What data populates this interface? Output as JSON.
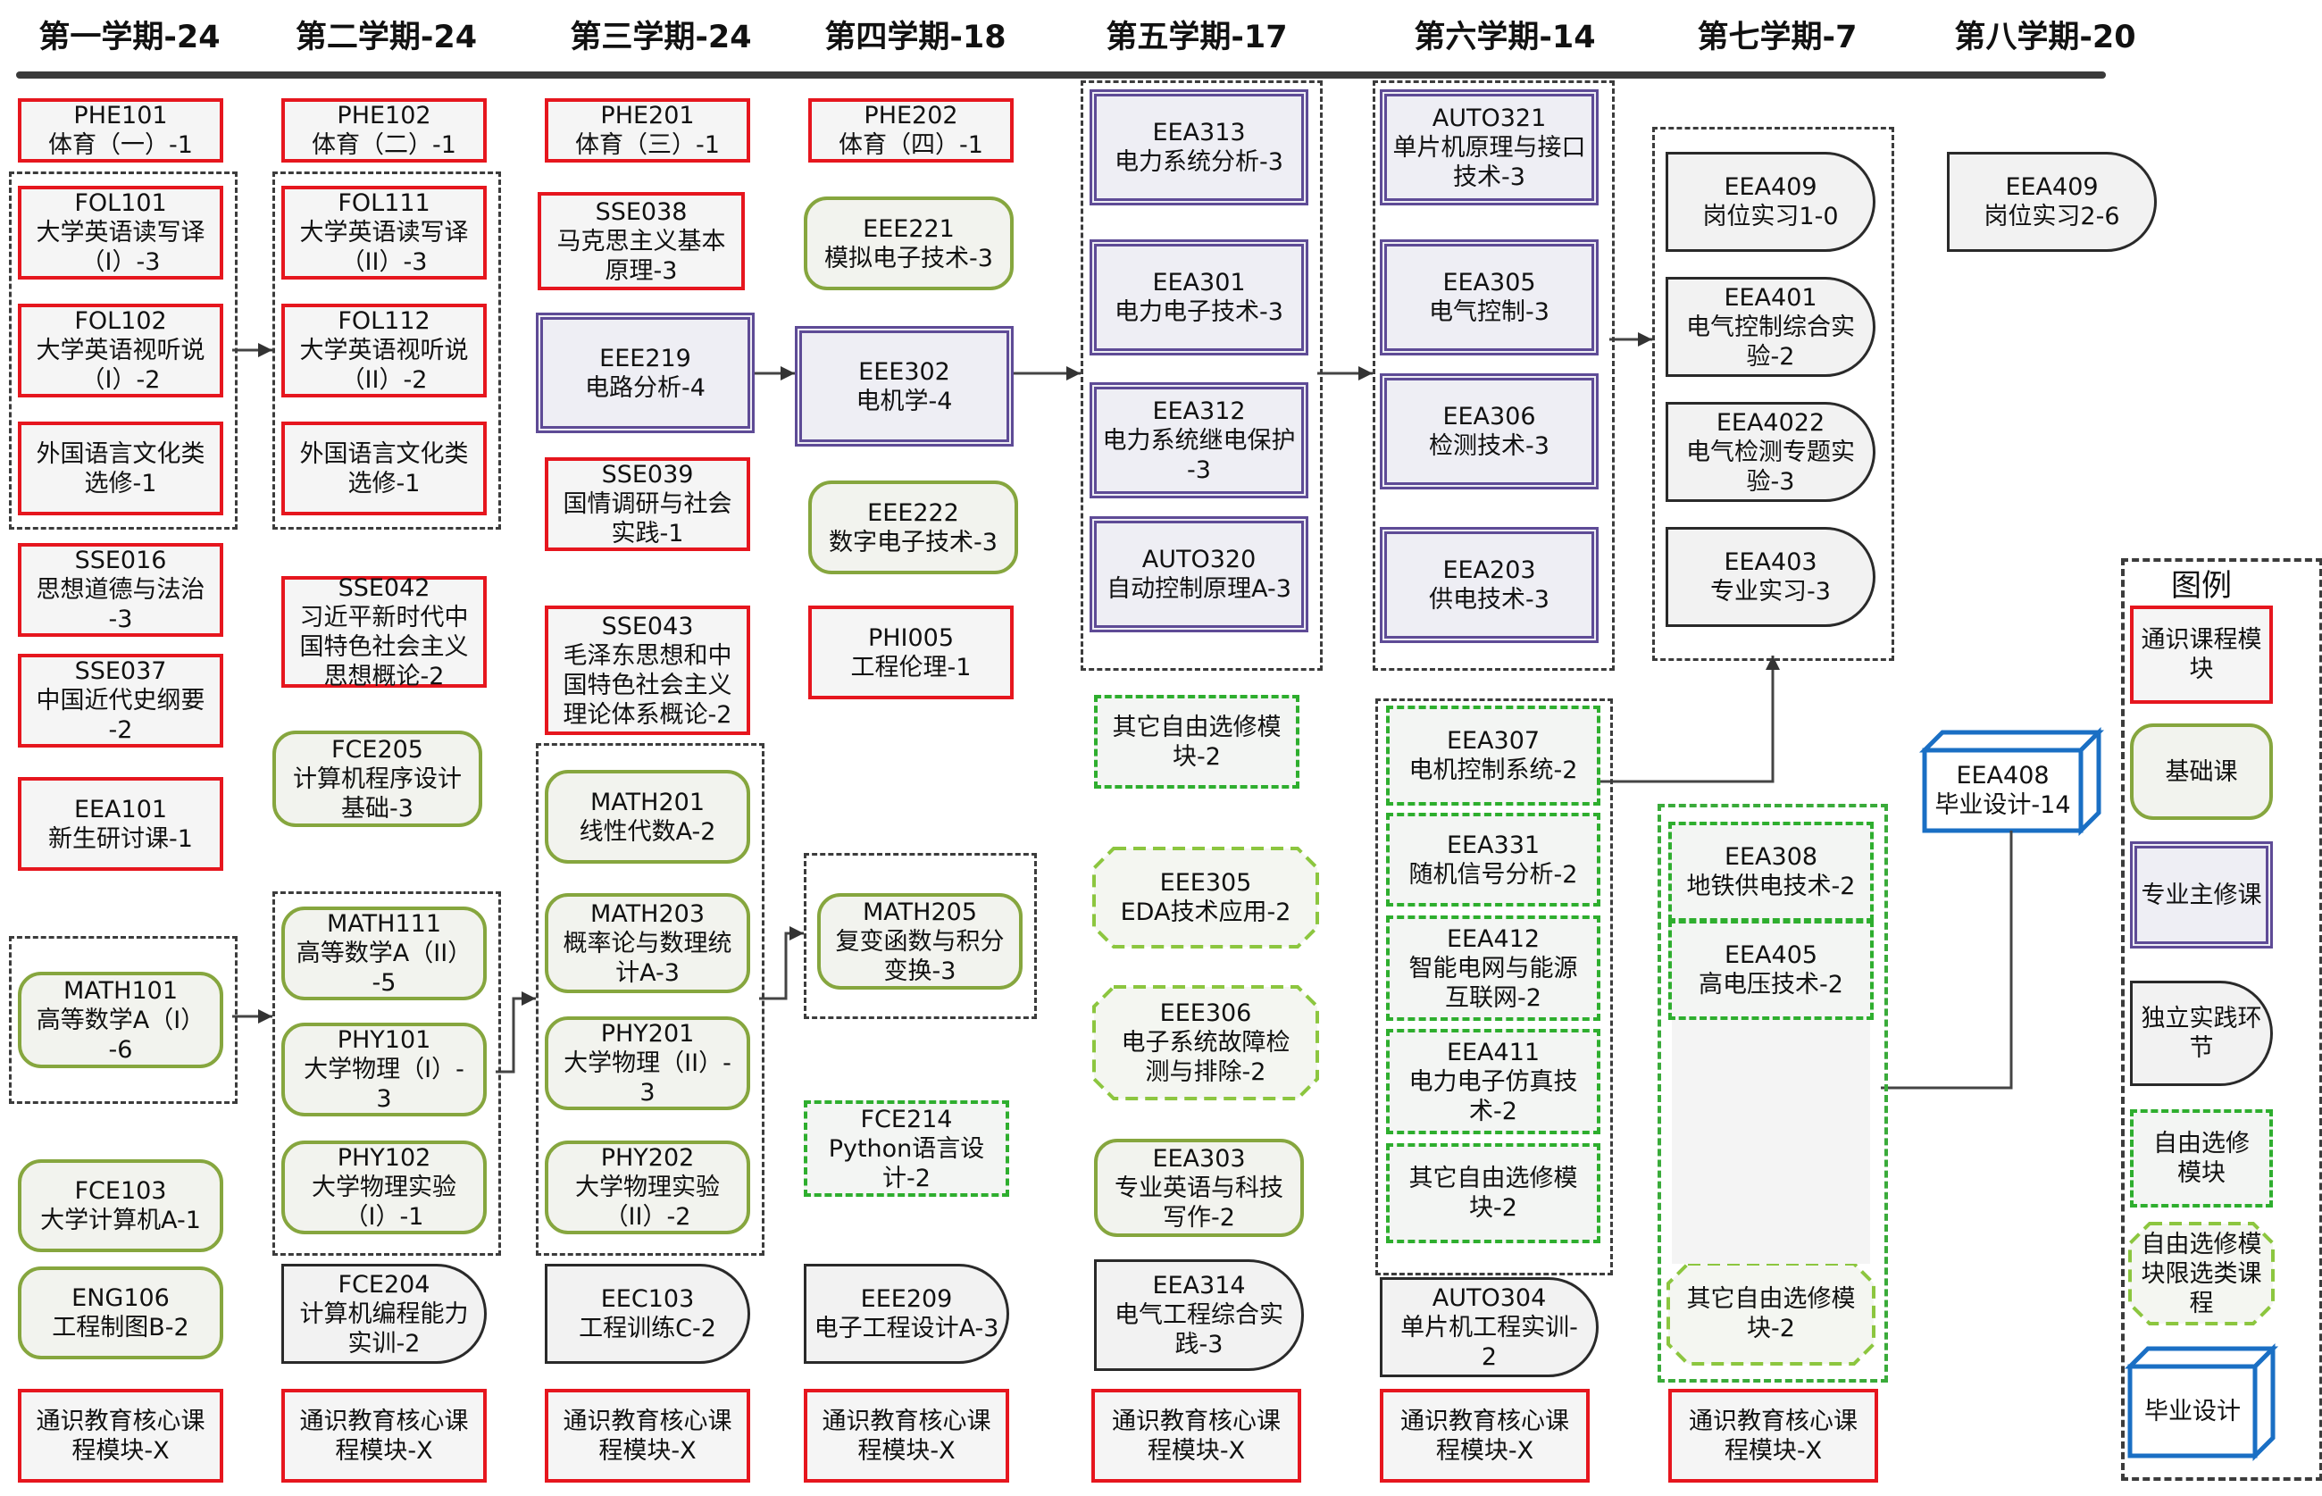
{
  "semesters": [
    {
      "label": "第一学期-24"
    },
    {
      "label": "第二学期-24"
    },
    {
      "label": "第三学期-24"
    },
    {
      "label": "第四学期-18"
    },
    {
      "label": "第五学期-17"
    },
    {
      "label": "第六学期-14"
    },
    {
      "label": "第七学期-7"
    },
    {
      "label": "第八学期-20"
    }
  ],
  "courses": [
    {
      "id": "phe101",
      "type": "gen",
      "lines": [
        "PHE101",
        "体育（一）-1"
      ]
    },
    {
      "id": "fol101",
      "type": "gen",
      "lines": [
        "FOL101",
        "大学英语读写译",
        "（I）-3"
      ]
    },
    {
      "id": "fol102",
      "type": "gen",
      "lines": [
        "FOL102",
        "大学英语视听说",
        "（I）-2"
      ]
    },
    {
      "id": "fl1",
      "type": "gen",
      "lines": [
        "外国语言文化类",
        "选修-1"
      ]
    },
    {
      "id": "sse016",
      "type": "gen",
      "lines": [
        "SSE016",
        "思想道德与法治",
        "-3"
      ]
    },
    {
      "id": "sse037",
      "type": "gen",
      "lines": [
        "SSE037",
        "中国近代史纲要",
        "-2"
      ]
    },
    {
      "id": "eea101",
      "type": "gen",
      "lines": [
        "EEA101",
        "新生研讨课-1"
      ]
    },
    {
      "id": "math101",
      "type": "base",
      "lines": [
        "MATH101",
        "高等数学A（I）",
        "-6"
      ]
    },
    {
      "id": "fce103",
      "type": "base",
      "lines": [
        "FCE103",
        "大学计算机A-1"
      ]
    },
    {
      "id": "eng106",
      "type": "base",
      "lines": [
        "ENG106",
        "工程制图B-2"
      ]
    },
    {
      "id": "core1",
      "type": "gen",
      "lines": [
        "通识教育核心课",
        "程模块-X"
      ]
    },
    {
      "id": "phe102",
      "type": "gen",
      "lines": [
        "PHE102",
        "体育（二）-1"
      ]
    },
    {
      "id": "fol111",
      "type": "gen",
      "lines": [
        "FOL111",
        "大学英语读写译",
        "（II）-3"
      ]
    },
    {
      "id": "fol112",
      "type": "gen",
      "lines": [
        "FOL112",
        "大学英语视听说",
        "（II）-2"
      ]
    },
    {
      "id": "fl2",
      "type": "gen",
      "lines": [
        "外国语言文化类",
        "选修-1"
      ]
    },
    {
      "id": "sse042",
      "type": "gen",
      "lines": [
        "SSE042",
        "习近平新时代中",
        "国特色社会主义",
        "思想概论-2"
      ]
    },
    {
      "id": "fce205",
      "type": "base",
      "lines": [
        "FCE205",
        "计算机程序设计",
        "基础-3"
      ]
    },
    {
      "id": "math111",
      "type": "base",
      "lines": [
        "MATH111",
        "高等数学A（II）",
        "-5"
      ]
    },
    {
      "id": "phy101",
      "type": "base",
      "lines": [
        "PHY101",
        "大学物理（I）-",
        "3"
      ]
    },
    {
      "id": "phy102",
      "type": "base",
      "lines": [
        "PHY102",
        "大学物理实验",
        "（I）-1"
      ]
    },
    {
      "id": "fce204",
      "type": "prac",
      "lines": [
        "FCE204",
        "计算机编程能力",
        "实训-2"
      ]
    },
    {
      "id": "core2",
      "type": "gen",
      "lines": [
        "通识教育核心课",
        "程模块-X"
      ]
    },
    {
      "id": "phe201",
      "type": "gen",
      "lines": [
        "PHE201",
        "体育（三）-1"
      ]
    },
    {
      "id": "sse038",
      "type": "gen",
      "lines": [
        "SSE038",
        "马克思主义基本",
        "原理-3"
      ]
    },
    {
      "id": "eee219",
      "type": "core",
      "lines": [
        "EEE219",
        "电路分析-4"
      ]
    },
    {
      "id": "sse039",
      "type": "gen",
      "lines": [
        "SSE039",
        "国情调研与社会",
        "实践-1"
      ]
    },
    {
      "id": "sse043",
      "type": "gen",
      "lines": [
        "SSE043",
        "毛泽东思想和中",
        "国特色社会主义",
        "理论体系概论-2"
      ]
    },
    {
      "id": "math201",
      "type": "base",
      "lines": [
        "MATH201",
        "线性代数A-2"
      ]
    },
    {
      "id": "math203",
      "type": "base",
      "lines": [
        "MATH203",
        "概率论与数理统",
        "计A-3"
      ]
    },
    {
      "id": "phy201",
      "type": "base",
      "lines": [
        "PHY201",
        "大学物理（II）-",
        "3"
      ]
    },
    {
      "id": "phy202",
      "type": "base",
      "lines": [
        "PHY202",
        "大学物理实验",
        "（II）-2"
      ]
    },
    {
      "id": "eec103",
      "type": "prac",
      "lines": [
        "EEC103",
        "工程训练C-2"
      ]
    },
    {
      "id": "core3",
      "type": "gen",
      "lines": [
        "通识教育核心课",
        "程模块-X"
      ]
    },
    {
      "id": "phe202",
      "type": "gen",
      "lines": [
        "PHE202",
        "体育（四）-1"
      ]
    },
    {
      "id": "eee221",
      "type": "base",
      "lines": [
        "EEE221",
        "模拟电子技术-3"
      ]
    },
    {
      "id": "eee302",
      "type": "core",
      "lines": [
        "EEE302",
        "电机学-4"
      ]
    },
    {
      "id": "eee222",
      "type": "base",
      "lines": [
        "EEE222",
        "数字电子技术-3"
      ]
    },
    {
      "id": "phi005",
      "type": "gen",
      "lines": [
        "PHI005",
        "工程伦理-1"
      ]
    },
    {
      "id": "math205",
      "type": "base",
      "lines": [
        "MATH205",
        "复变函数与积分",
        "变换-3"
      ]
    },
    {
      "id": "fce214",
      "type": "elec",
      "lines": [
        "FCE214",
        "Python语言设",
        "计-2"
      ]
    },
    {
      "id": "eee209",
      "type": "prac",
      "lines": [
        "EEE209",
        "电子工程设计A-3"
      ]
    },
    {
      "id": "core4",
      "type": "gen",
      "lines": [
        "通识教育核心课",
        "程模块-X"
      ]
    },
    {
      "id": "eea313",
      "type": "core",
      "lines": [
        "EEA313",
        "电力系统分析-3"
      ]
    },
    {
      "id": "eea301",
      "type": "core",
      "lines": [
        "EEA301",
        "电力电子技术-3"
      ]
    },
    {
      "id": "eea312",
      "type": "core",
      "lines": [
        "EEA312",
        "电力系统继电保护",
        "-3"
      ]
    },
    {
      "id": "auto320",
      "type": "core",
      "lines": [
        "AUTO320",
        "自动控制原理A-3"
      ]
    },
    {
      "id": "oth5",
      "type": "elec",
      "lines": [
        "其它自由选修模",
        "块-2"
      ]
    },
    {
      "id": "eee305",
      "type": "lim-n",
      "lines": [
        "EEE305",
        "EDA技术应用-2"
      ]
    },
    {
      "id": "eee306",
      "type": "lim-n",
      "lines": [
        "EEE306",
        "电子系统故障检",
        "测与排除-2"
      ]
    },
    {
      "id": "eea303",
      "type": "base",
      "lines": [
        "EEA303",
        "专业英语与科技",
        "写作-2"
      ]
    },
    {
      "id": "eea314",
      "type": "prac",
      "lines": [
        "EEA314",
        "电气工程综合实",
        "践-3"
      ]
    },
    {
      "id": "core5",
      "type": "gen",
      "lines": [
        "通识教育核心课",
        "程模块-X"
      ]
    },
    {
      "id": "auto321",
      "type": "core",
      "lines": [
        "AUTO321",
        "单片机原理与接口",
        "技术-3"
      ]
    },
    {
      "id": "eea305",
      "type": "core",
      "lines": [
        "EEA305",
        "电气控制-3"
      ]
    },
    {
      "id": "eea306",
      "type": "core",
      "lines": [
        "EEA306",
        "检测技术-3"
      ]
    },
    {
      "id": "eea203",
      "type": "core",
      "lines": [
        "EEA203",
        "供电技术-3"
      ]
    },
    {
      "id": "eea307",
      "type": "elec",
      "lines": [
        "EEA307",
        "电机控制系统-2"
      ]
    },
    {
      "id": "eea331",
      "type": "elec",
      "lines": [
        "EEA331",
        "随机信号分析-2"
      ]
    },
    {
      "id": "eea412",
      "type": "elec",
      "lines": [
        "EEA412",
        "智能电网与能源",
        "互联网-2"
      ]
    },
    {
      "id": "eea411",
      "type": "elec",
      "lines": [
        "EEA411",
        "电力电子仿真技",
        "术-2"
      ]
    },
    {
      "id": "oth6",
      "type": "elec",
      "lines": [
        "其它自由选修模",
        "块-2"
      ]
    },
    {
      "id": "auto304",
      "type": "prac",
      "lines": [
        "AUTO304",
        "单片机工程实训-",
        "2"
      ]
    },
    {
      "id": "core6",
      "type": "gen",
      "lines": [
        "通识教育核心课",
        "程模块-X"
      ]
    },
    {
      "id": "eea409a",
      "type": "prac",
      "lines": [
        "EEA409",
        "岗位实习1-0"
      ]
    },
    {
      "id": "eea401",
      "type": "prac",
      "lines": [
        "EEA401",
        "电气控制综合实",
        "验-2"
      ]
    },
    {
      "id": "eea4022",
      "type": "prac",
      "lines": [
        "EEA4022",
        "电气检测专题实",
        "验-3"
      ]
    },
    {
      "id": "eea403",
      "type": "prac",
      "lines": [
        "EEA403",
        "专业实习-3"
      ]
    },
    {
      "id": "eea308",
      "type": "elec",
      "lines": [
        "EEA308",
        "地铁供电技术-2"
      ]
    },
    {
      "id": "eea405",
      "type": "elec",
      "lines": [
        "EEA405",
        "高电压技术-2"
      ]
    },
    {
      "id": "oth7",
      "type": "lim-n",
      "lines": [
        "其它自由选修模",
        "块-2"
      ]
    },
    {
      "id": "core7",
      "type": "gen",
      "lines": [
        "通识教育核心课",
        "程模块-X"
      ]
    },
    {
      "id": "eea409b",
      "type": "prac",
      "lines": [
        "EEA409",
        "岗位实习2-6"
      ]
    },
    {
      "id": "eea408",
      "type": "des",
      "lines": [
        "EEA408",
        "毕业设计-14"
      ]
    }
  ],
  "legend": {
    "title": "图例",
    "items": [
      {
        "id": "lg-gen",
        "type": "gen",
        "lines": [
          "通识课程模块"
        ]
      },
      {
        "id": "lg-base",
        "type": "base",
        "lines": [
          "基础课"
        ]
      },
      {
        "id": "lg-core",
        "type": "core",
        "lines": [
          "专业主修课"
        ]
      },
      {
        "id": "lg-prac",
        "type": "prac",
        "lines": [
          "独立实践环节"
        ]
      },
      {
        "id": "lg-elec",
        "type": "elec",
        "lines": [
          "自由选修",
          "模块"
        ]
      },
      {
        "id": "lg-lim",
        "type": "lim",
        "lines": [
          "自由选修模",
          "块限选类课",
          "程"
        ]
      },
      {
        "id": "lg-des",
        "type": "des",
        "lines": [
          "毕业设计"
        ]
      }
    ]
  },
  "colors": {
    "general": "#e6161e",
    "basic": "#86a63e",
    "core": "#5e4b96",
    "practice": "#2a2a2a",
    "elective": "#2eae2e",
    "limited": "#8cc63f",
    "design": "#1a6fc4",
    "timeline": "#3a3a3a"
  }
}
